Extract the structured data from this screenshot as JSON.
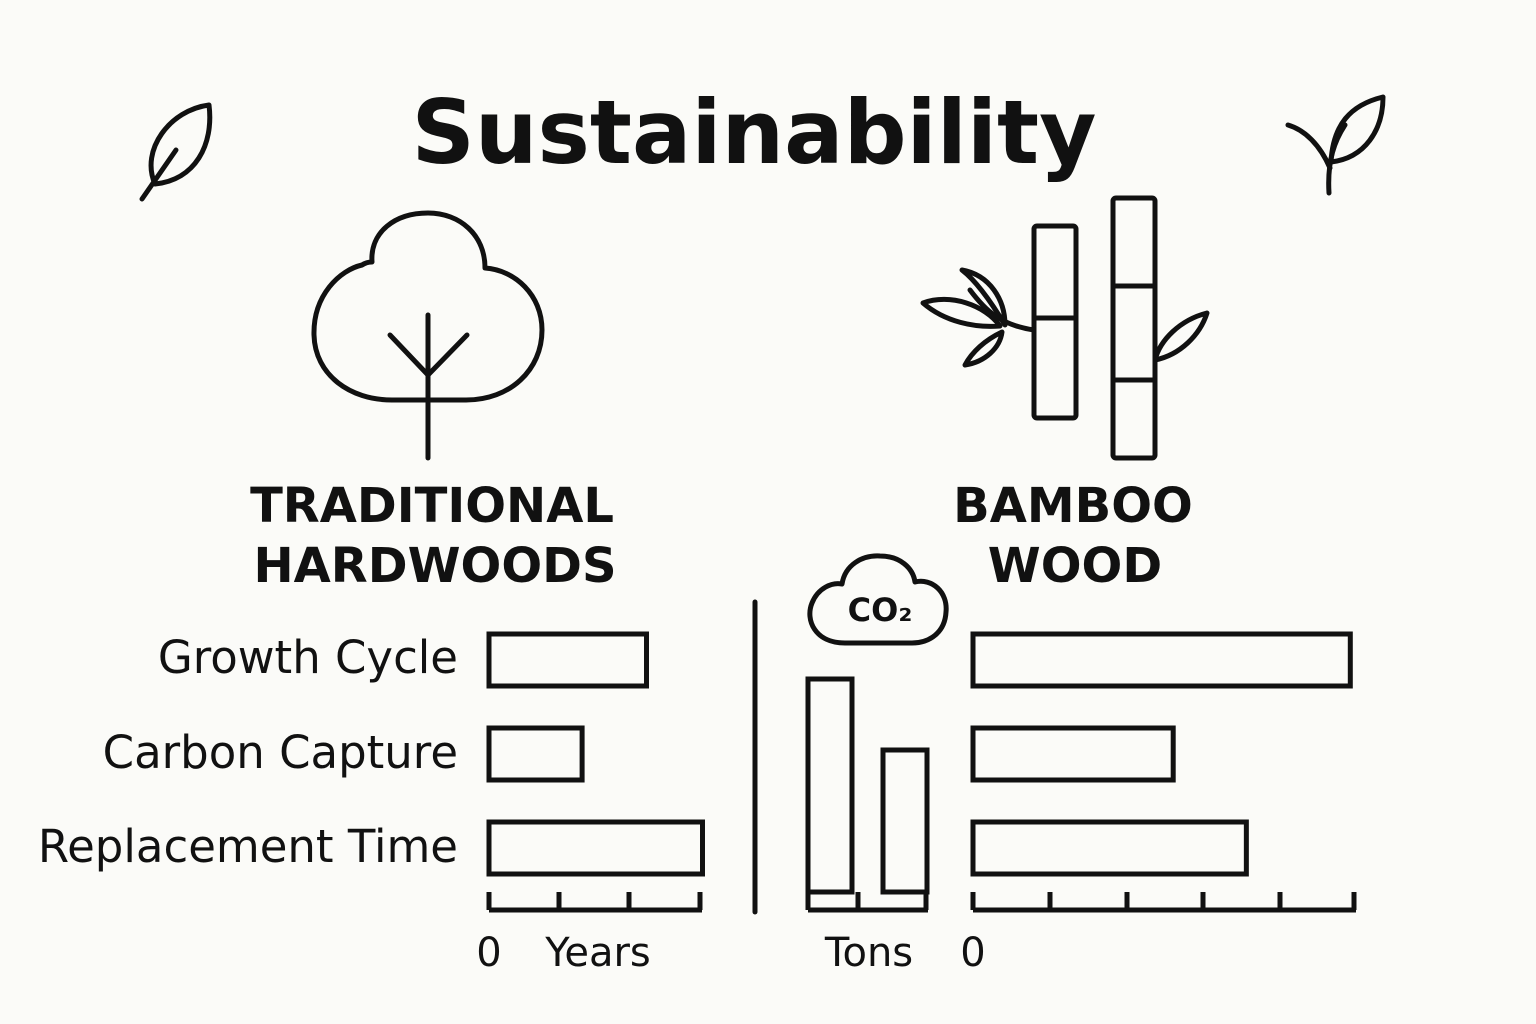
{
  "title": "Sustainability",
  "colors": {
    "ink": "#111111",
    "background": "#fbfbf8"
  },
  "icons": [
    "leaf-icon",
    "sprout-icon",
    "tree-icon",
    "bamboo-icon",
    "co2-cloud-icon"
  ],
  "left_panel": {
    "heading_line1": "TRADITIONAL",
    "heading_line2": "HARDWOODS"
  },
  "right_panel": {
    "heading_line1": "BAMBOO",
    "heading_line2": "WOOD"
  },
  "co2_label": "CO₂",
  "chart_data": [
    {
      "type": "bar",
      "orientation": "horizontal",
      "categories": [
        "Growth Cycle",
        "Carbon Capture",
        "Replacement Time"
      ],
      "values": [
        2.25,
        1.33,
        3.05
      ],
      "axis_start_label": "0",
      "axis_label": "Years",
      "xlim": [
        0,
        3
      ],
      "grid": false
    },
    {
      "type": "bar",
      "orientation": "vertical",
      "categories": [
        "",
        ""
      ],
      "values": [
        3.0,
        2.0
      ],
      "axis_label": "Tons",
      "grid": false
    },
    {
      "type": "bar",
      "orientation": "horizontal",
      "categories": [
        "Growth Cycle",
        "Carbon Capture",
        "Replacement Time"
      ],
      "values": [
        4.9,
        2.6,
        3.55
      ],
      "axis_start_label": "0",
      "xlim": [
        0,
        5
      ],
      "grid": false
    }
  ]
}
